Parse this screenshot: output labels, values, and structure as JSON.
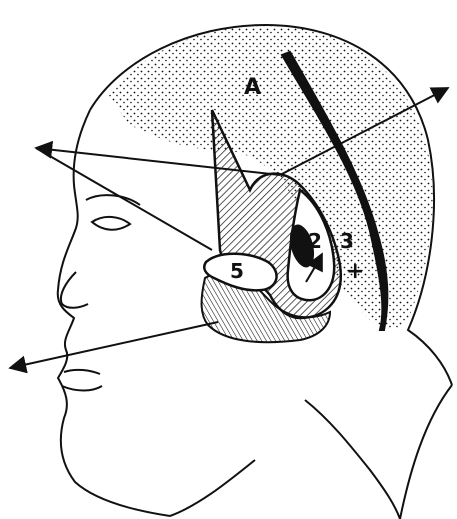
{
  "labels": {
    "A": "A",
    "n2": "2",
    "n3": "3",
    "plus": "+",
    "n5": "5"
  },
  "colors": {
    "ink": "#111111",
    "paper": "#ffffff"
  }
}
